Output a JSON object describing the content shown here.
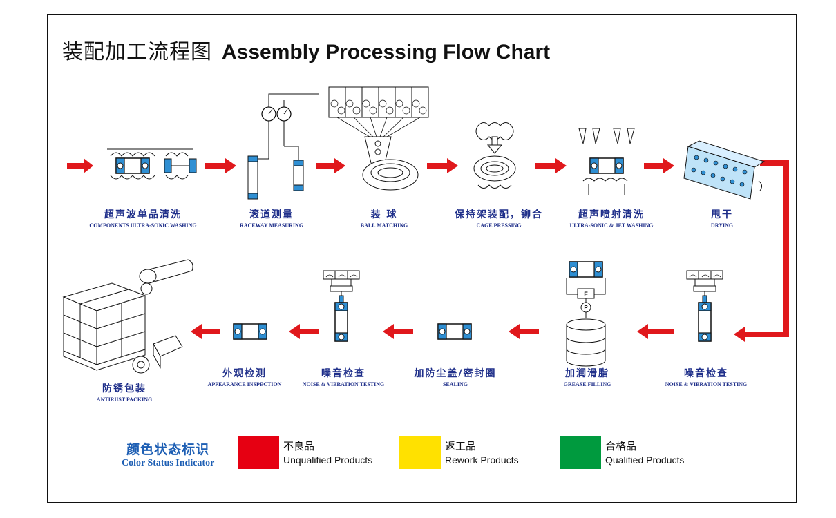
{
  "title": {
    "zh": "装配加工流程图",
    "en": "Assembly Processing Flow Chart"
  },
  "colors": {
    "arrow": "#e0181c",
    "bearing_blue": "#2f8fd3",
    "label_blue": "#1f2f8a",
    "legend_title": "#1e5fb4"
  },
  "steps": [
    {
      "zh": "超声波单品清洗",
      "en": "COMPONENTS  ULTRA-SONIC  WASHING",
      "icon": "washing-rings-icon"
    },
    {
      "zh": "滚道测量",
      "en": "RACEWAY MEASURING",
      "icon": "gauge-measuring-icon"
    },
    {
      "zh": "装  球",
      "en": "BALL MATCHING",
      "icon": "ball-hopper-icon"
    },
    {
      "zh": "保持架装配，铆合",
      "en": "CAGE PRESSING",
      "icon": "cage-press-icon"
    },
    {
      "zh": "超声喷射清洗",
      "en": "ULTRA-SONIC & JET WASHING",
      "icon": "jet-washing-icon"
    },
    {
      "zh": "甩干",
      "en": "DRYING",
      "icon": "drying-drum-icon"
    },
    {
      "zh": "噪音检查",
      "en": "NOISE & VIBRATION TESTING",
      "icon": "noise-tester-icon"
    },
    {
      "zh": "加润滑脂",
      "en": "GREASE FILLING",
      "icon": "grease-tank-icon"
    },
    {
      "zh": "加防尘盖/密封圈",
      "en": "SEALING",
      "icon": "sealed-bearing-icon"
    },
    {
      "zh": "噪音检查",
      "en": "NOISE & VIBRATION TESTING",
      "icon": "noise-tester-icon"
    },
    {
      "zh": "外观检测",
      "en": "APPEARANCE  INSPECTION",
      "icon": "bearing-inspection-icon"
    },
    {
      "zh": "防锈包装",
      "en": "ANTIRUST PACKING",
      "icon": "pallet-boxes-icon"
    }
  ],
  "legend": {
    "title_zh": "颜色状态标识",
    "title_en": "Color Status Indicator",
    "items": [
      {
        "zh": "不良品",
        "en": "Unqualified Products",
        "color": "#e60012"
      },
      {
        "zh": "返工品",
        "en": "Rework Products",
        "color": "#ffe100"
      },
      {
        "zh": "合格品",
        "en": "Qualified Products",
        "color": "#009a3e"
      }
    ]
  }
}
